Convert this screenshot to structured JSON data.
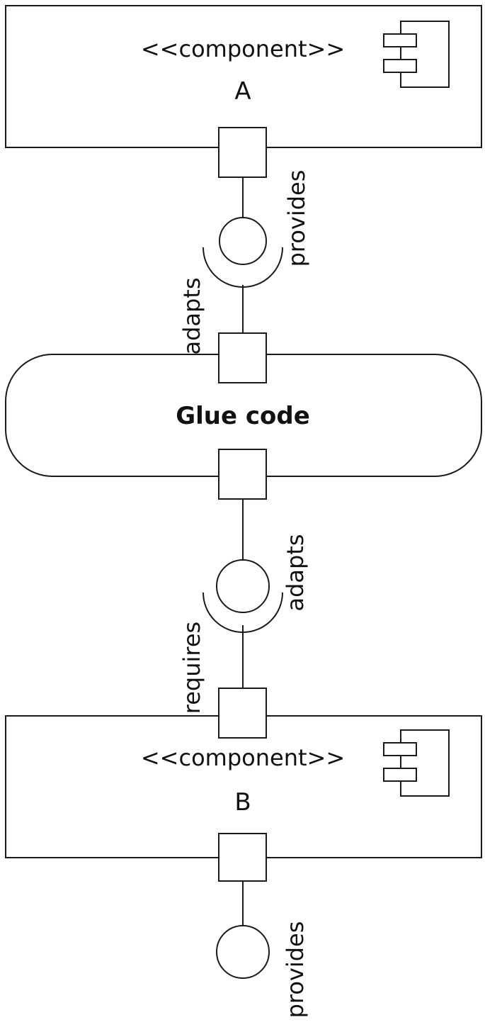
{
  "component_a": {
    "stereotype": "<<component>>",
    "name": "A",
    "icon": "component-icon"
  },
  "component_b": {
    "stereotype": "<<component>>",
    "name": "B",
    "icon": "component-icon"
  },
  "glue": {
    "label": "Glue code"
  },
  "connector_labels": {
    "a_provides": "provides",
    "glue_adapts_top": "adapts",
    "glue_adapts_bottom": "adapts",
    "b_requires": "requires",
    "b_provides": "provides"
  }
}
